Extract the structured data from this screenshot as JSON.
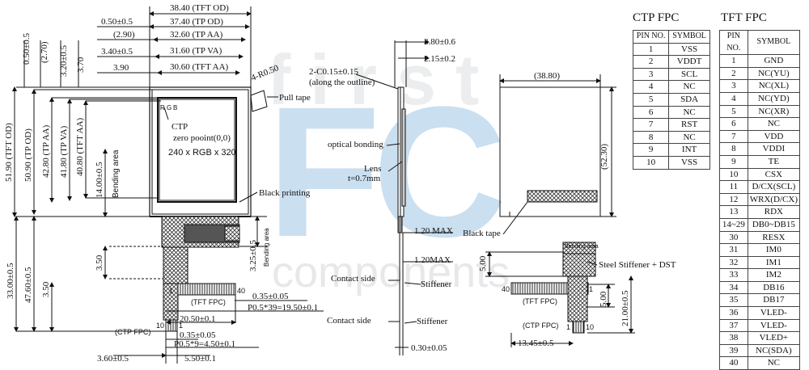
{
  "front": {
    "dims_top": [
      "38.40 (TFT OD)",
      "37.40 (TP OD)",
      "32.60 (TP AA)",
      "31.60 (TP VA)",
      "30.60 (TFT AA)"
    ],
    "dims_top_left": [
      "0.50±0.5",
      "(2.90)",
      "3.40±0.5",
      "3.90"
    ],
    "dims_left": [
      "51.90 (TFT OD)",
      "50.90 (TP OD)",
      "42.80 (TP AA)",
      "41.80 (TP VA)",
      "40.80 (TFT AA)",
      "33.00±0.5",
      "47.60±0.5",
      "3.50",
      "3.50",
      "14.00±0.5",
      "Bending area"
    ],
    "dims_top_small": [
      "0.50±0.5",
      "(2.70)",
      "3.20±0.5",
      "3.70"
    ],
    "radius": "4-R0.50",
    "pull_tape": "Pull tape",
    "ctp": "CTP",
    "zero_point": "zero pooint(0,0)",
    "resolution": "240 x RGB x 320",
    "rgb": [
      "R",
      "G",
      "B"
    ],
    "black_printing": "Black printing",
    "bend_right": "3.25±0.5",
    "bend_right_label": "Bending area",
    "tft_fpc": "(TFT FPC)",
    "ctp_fpc": "(CTP FPC)",
    "pin_40": "40",
    "pin_1": "1",
    "pin_10": "10",
    "pin_1b": "1",
    "dims_bottom": [
      "0.35±0.05",
      "P0.5*39=19.50±0.1",
      "20.50±0.1",
      "0.35±0.05",
      "P0.5*9=4.50±0.1",
      "3.60±0.5",
      "5.50±0.1"
    ]
  },
  "side": {
    "dims": [
      "3.80±0.6",
      "2.15±0.2",
      "1.20 MAX",
      "1.20MAX",
      "0.30±0.05"
    ],
    "chamfer": "2-C0.15±0.15",
    "chamfer_note": "(along the outline)",
    "optical_bonding": "optical bonding",
    "lens": "Lens",
    "lens_t": "t=0.7mm",
    "contact_side_1": "Contact side",
    "stiffener_1": "Stiffener",
    "contact_side_2": "Contact side",
    "stiffener_2": "Stiffener"
  },
  "back": {
    "width": "(38.80)",
    "height": "(52.30)",
    "black_tape": "Black tape",
    "bending_area": "Bending area",
    "steel_stiffener": "Steel Stiffener + DST",
    "dims": [
      "5.00",
      "5.00",
      "21.00±0.5",
      "13.45±0.5"
    ],
    "tft_fpc": "(TFT FPC)",
    "ctp_fpc": "(CTP FPC)",
    "pin_40": "40",
    "pin_1": "1",
    "pin_1b": "1",
    "pin_10": "10"
  },
  "watermark": {
    "line1": "first",
    "line2": "FC",
    "line3": "components"
  },
  "ctp_fpc": {
    "title": "CTP FPC",
    "headers": [
      "PIN NO.",
      "SYMBOL"
    ],
    "rows": [
      [
        "1",
        "VSS"
      ],
      [
        "2",
        "VDDT"
      ],
      [
        "3",
        "SCL"
      ],
      [
        "4",
        "NC"
      ],
      [
        "5",
        "SDA"
      ],
      [
        "6",
        "NC"
      ],
      [
        "7",
        "RST"
      ],
      [
        "8",
        "NC"
      ],
      [
        "9",
        "INT"
      ],
      [
        "10",
        "VSS"
      ]
    ]
  },
  "tft_fpc": {
    "title": "TFT FPC",
    "headers": [
      "PIN NO.",
      "SYMBOL"
    ],
    "rows": [
      [
        "1",
        "GND"
      ],
      [
        "2",
        "NC(YU)"
      ],
      [
        "3",
        "NC(XL)"
      ],
      [
        "4",
        "NC(YD)"
      ],
      [
        "5",
        "NC(XR)"
      ],
      [
        "6",
        "NC"
      ],
      [
        "7",
        "VDD"
      ],
      [
        "8",
        "VDDI"
      ],
      [
        "9",
        "TE"
      ],
      [
        "10",
        "CSX"
      ],
      [
        "11",
        "D/CX(SCL)"
      ],
      [
        "12",
        "WRX(D/CX)"
      ],
      [
        "13",
        "RDX"
      ],
      [
        "14~29",
        "DB0~DB15"
      ],
      [
        "30",
        "RESX"
      ],
      [
        "31",
        "IM0"
      ],
      [
        "32",
        "IM1"
      ],
      [
        "33",
        "IM2"
      ],
      [
        "34",
        "DB16"
      ],
      [
        "35",
        "DB17"
      ],
      [
        "36",
        "VLED-"
      ],
      [
        "37",
        "VLED-"
      ],
      [
        "38",
        "VLED+"
      ],
      [
        "39",
        "NC(SDA)"
      ],
      [
        "40",
        "NC"
      ]
    ]
  }
}
